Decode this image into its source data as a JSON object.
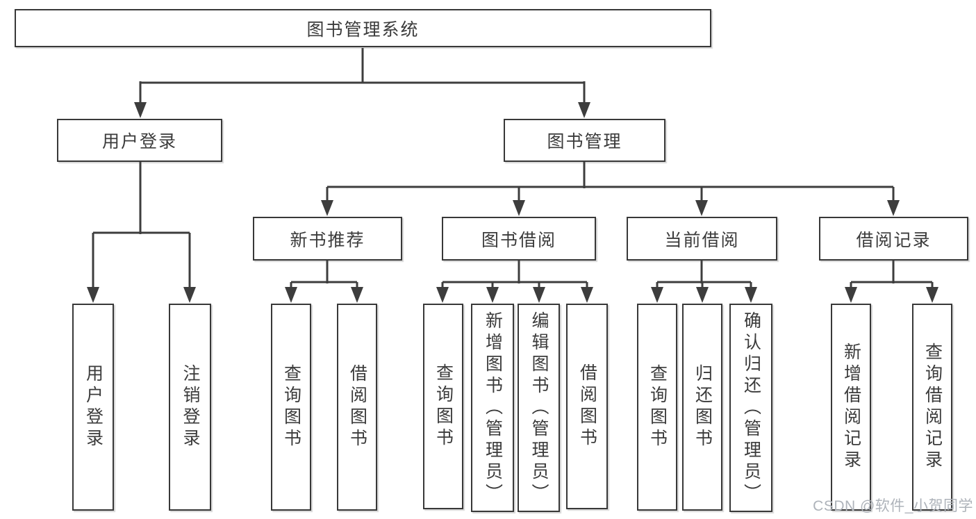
{
  "colors": {
    "line": "#3d3d3d",
    "border": "#383838",
    "text": "#3b3b3b",
    "watermark": "#aeb3ba",
    "bg": "#ffffff"
  },
  "watermark": {
    "text": "CSDN @软件_小贺同学"
  },
  "tree": {
    "root": {
      "label": "图书管理系统"
    },
    "branches": [
      {
        "label": "用户登录",
        "children": [
          {
            "label": "用户登录"
          },
          {
            "label": "注销登录"
          }
        ]
      },
      {
        "label": "图书管理",
        "children": [
          {
            "label": "新书推荐",
            "children": [
              {
                "label": "查询图书"
              },
              {
                "label": "借阅图书"
              }
            ]
          },
          {
            "label": "图书借阅",
            "children": [
              {
                "label": "查询图书"
              },
              {
                "label": "新增图书（管理员）"
              },
              {
                "label": "编辑图书（管理员）"
              },
              {
                "label": "借阅图书"
              }
            ]
          },
          {
            "label": "当前借阅",
            "children": [
              {
                "label": "查询图书"
              },
              {
                "label": "归还图书"
              },
              {
                "label": "确认归还（管理员）"
              }
            ]
          },
          {
            "label": "借阅记录",
            "children": [
              {
                "label": "新增借阅记录"
              },
              {
                "label": "查询借阅记录"
              }
            ]
          }
        ]
      }
    ]
  }
}
